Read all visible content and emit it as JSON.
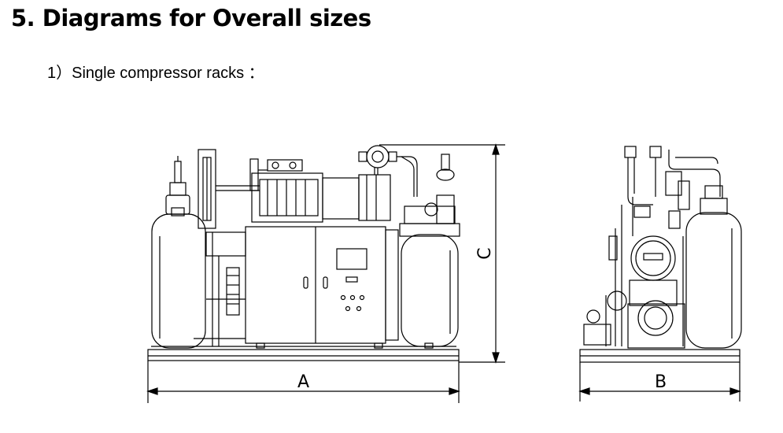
{
  "heading": "5. Diagrams for Overall sizes",
  "subheading": "1）Single compressor racks ：",
  "dimensions": {
    "a": "A",
    "b": "B",
    "c": "C"
  }
}
